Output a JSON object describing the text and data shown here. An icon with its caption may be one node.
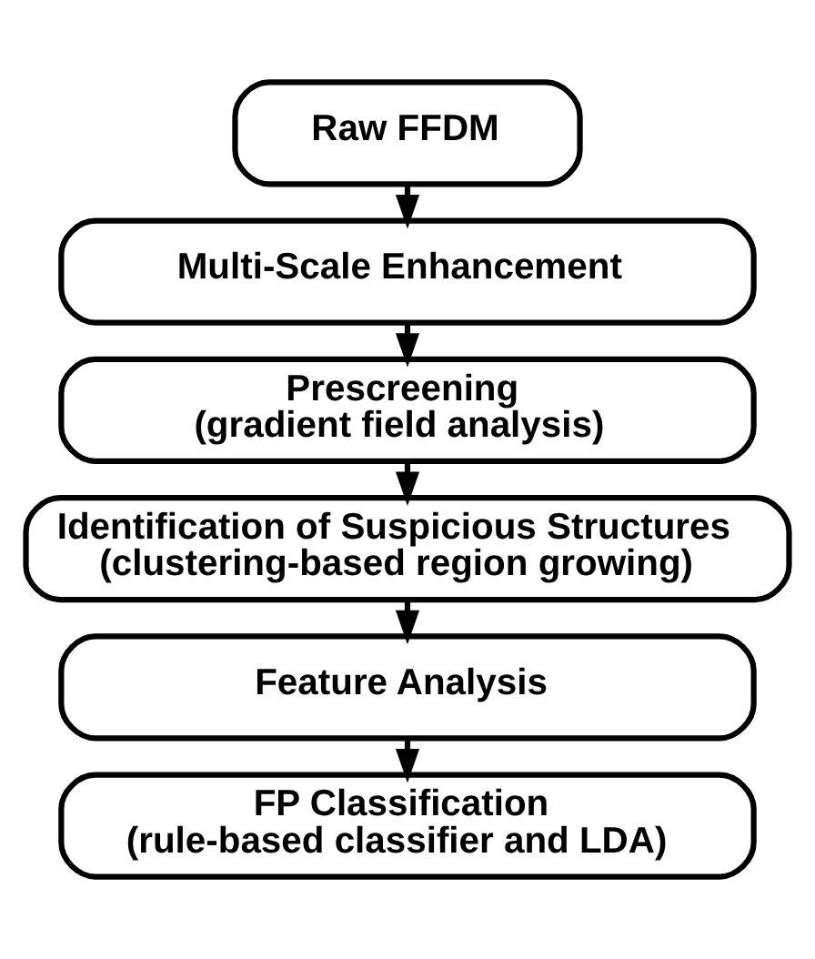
{
  "diagram": {
    "nodes": [
      {
        "text": [
          "Raw FFDM"
        ]
      },
      {
        "text": [
          "Multi-Scale Enhancement"
        ]
      },
      {
        "text": [
          "Prescreening (gradient field analysis)"
        ]
      },
      {
        "text": [
          "Identification of Suspicious Structures (clustering-based region growing)"
        ]
      },
      {
        "text": [
          "Feature Analysis"
        ]
      },
      {
        "text": [
          "FP Classification (rule-based classifier and LDA)"
        ]
      }
    ],
    "edges": [
      {
        "from": 0,
        "to": 1,
        "arrow": "to"
      },
      {
        "from": 1,
        "to": 2,
        "arrow": "to"
      },
      {
        "from": 2,
        "to": 3,
        "arrow": "to"
      },
      {
        "from": 3,
        "to": 4,
        "arrow": "to"
      },
      {
        "from": 4,
        "to": 5,
        "arrow": "to"
      }
    ]
  }
}
